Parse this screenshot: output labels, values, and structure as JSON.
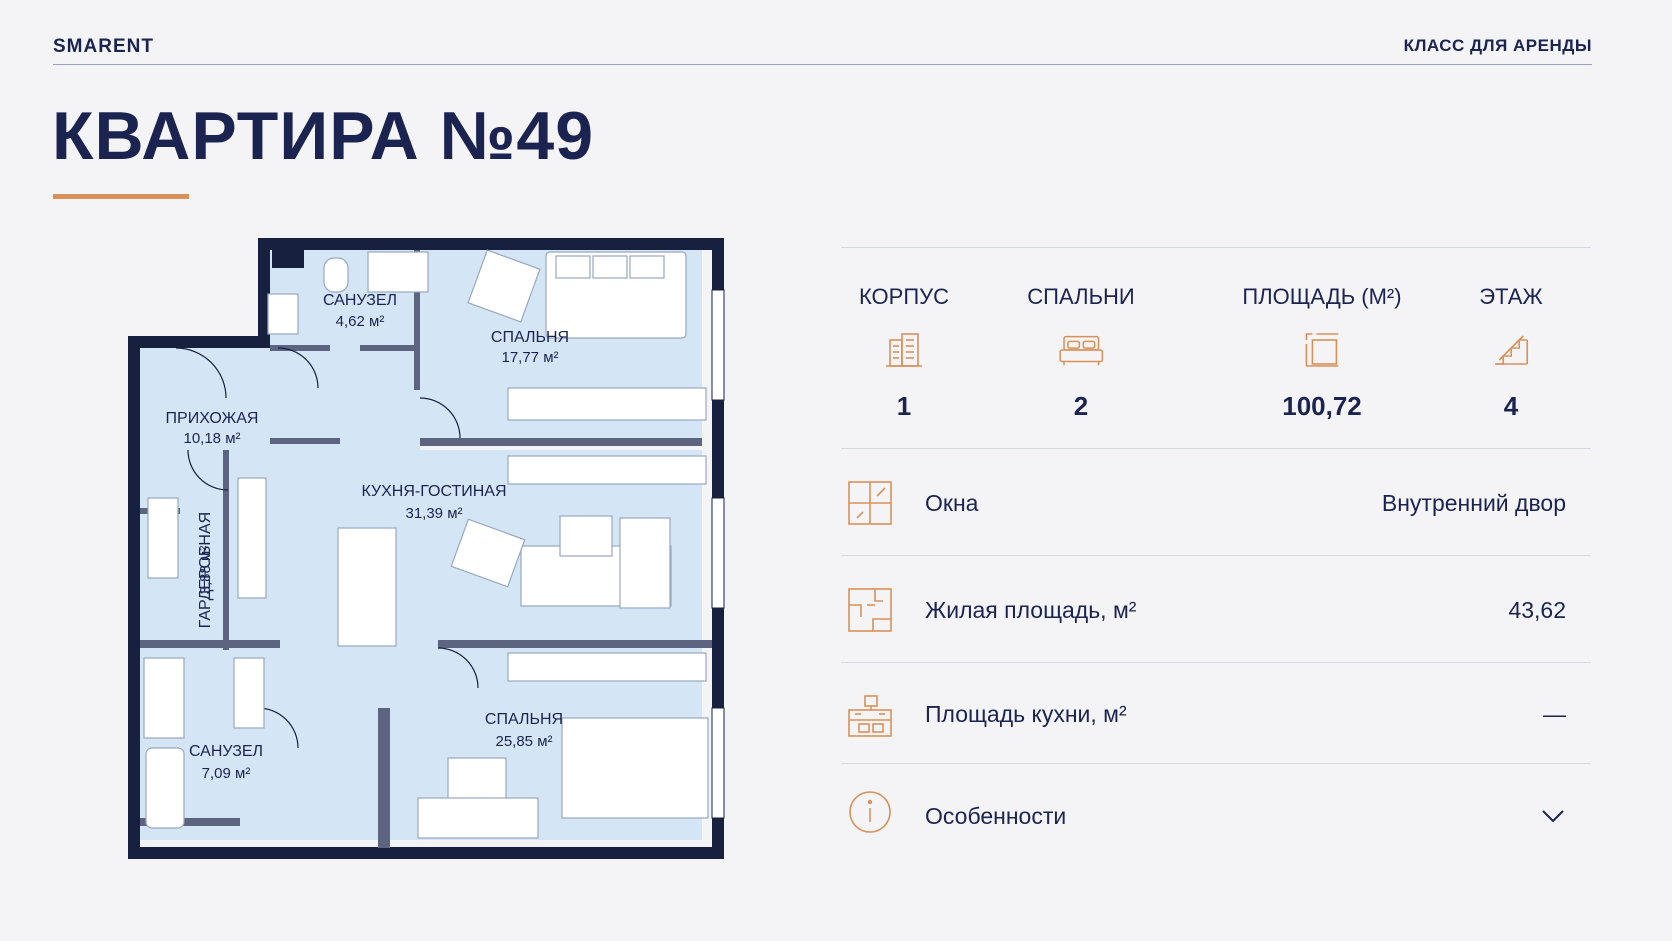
{
  "header": {
    "brand": "SMARENT",
    "rent_class": "КЛАСС ДЛЯ АРЕНДЫ",
    "title": "КВАРТИРА №49"
  },
  "plan": {
    "rooms": [
      {
        "name": "САНУЗЕЛ",
        "area": "4,62 м²"
      },
      {
        "name": "СПАЛЬНЯ",
        "area": "17,77 м²"
      },
      {
        "name": "ПРИХОЖАЯ",
        "area": "10,18 м²"
      },
      {
        "name": "КУХНЯ-ГОСТИНАЯ",
        "area": "31,39 м²"
      },
      {
        "name": "ГАРДЕРОБНАЯ",
        "area": "3,88 м²"
      },
      {
        "name": "САНУЗЕЛ",
        "area": "7,09 м²"
      },
      {
        "name": "СПАЛЬНЯ",
        "area": "25,85 м²"
      }
    ]
  },
  "stats": [
    {
      "label": "КОРПУС",
      "value": "1",
      "icon": "building-icon"
    },
    {
      "label": "СПАЛЬНИ",
      "value": "2",
      "icon": "bed-icon"
    },
    {
      "label": "ПЛОЩАДЬ (М²)",
      "value": "100,72",
      "icon": "area-icon"
    },
    {
      "label": "ЭТАЖ",
      "value": "4",
      "icon": "stairs-icon"
    }
  ],
  "details": [
    {
      "label": "Окна",
      "value": "Внутренний двор",
      "icon": "window-icon"
    },
    {
      "label": "Жилая площадь, м²",
      "value": "43,62",
      "icon": "floorplan-icon"
    },
    {
      "label": "Площадь кухни, м²",
      "value": "—",
      "icon": "kitchen-icon"
    },
    {
      "label": "Особенности",
      "value": "",
      "icon": "info-icon"
    }
  ],
  "colors": {
    "navy": "#1b2350",
    "accent": "#d9915a",
    "room_fill": "#d4e6f6",
    "wall": "#17203f"
  }
}
